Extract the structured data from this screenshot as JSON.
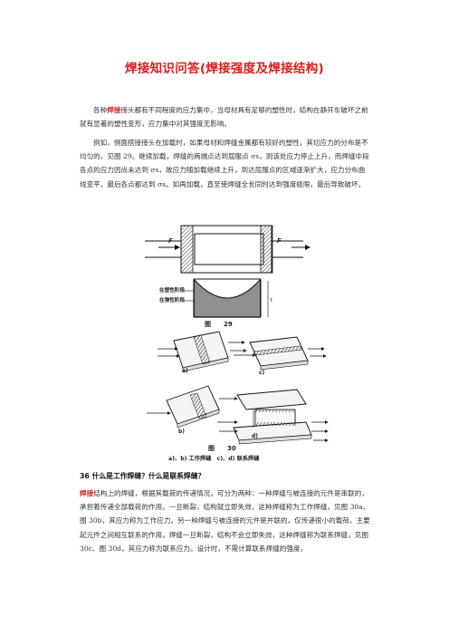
{
  "title": "焊接知识问答(焊接强度及焊接结构)",
  "para1": {
    "pre": "各种",
    "highlight": "焊接",
    "post": "接头都有不同程度的应力集中，当母材具有足够的塑性时，结构在静开车破坏之前就有显著的塑性变形，应力集中对其强度无影响。"
  },
  "para2": "例如，侧面搭接接头在加载时，如果母材和焊缝金属都有较好的塑性，其切应力的分布是不均匀的，见图 29。继续加载，焊缝的两端点达到屈服点 σs，则该处应力停止上升，而焊缝中段各点的应力因尚未达到 σs，故应力随加载继续上升，到达屈服点的区域逐渐扩大，应力分布曲线变平，最后各点都达到 σs。如再加载，直至使焊缝全长同时达到强度极限，最后导致破坏。",
  "fig29": {
    "force_left": "F",
    "force_right": "F",
    "label_plastic": "在塑性阶段",
    "label_elastic": "在弹性阶段",
    "caption": "图　　29"
  },
  "fig30": {
    "label_a": "a)",
    "label_b": "b)",
    "label_c": "c)",
    "label_d": "d)",
    "caption": "图　　30",
    "subcaption": "a)、b) 工作焊缝　c)、d) 联系焊缝"
  },
  "question": "36 什么是工作焊缝？什么是联系焊缝？",
  "para3": {
    "highlight": "焊接",
    "post": "结构上的焊缝，根据其载荷的传递情况，可分为两种：一种焊缝与被连接的元件是串联的，承担着传递全部载荷的作用，一旦断裂，结构就立即失效，这种焊缝称为工作焊缝，见图 30a、图 30b，其应力称为工作应力。另一种焊缝与被连接的元件是并联的，仅传递很小的载荷，主要起元件之间相互联系的作用，焊缝一旦断裂，结构不会立即失效，这种焊缝称为联系焊缝，见图 30c、图 30d，其应力称为联系应力。设计时，不需计算联系焊缝的强度，"
  },
  "colors": {
    "title": "#d81e1e",
    "highlight": "#d81e1e"
  }
}
